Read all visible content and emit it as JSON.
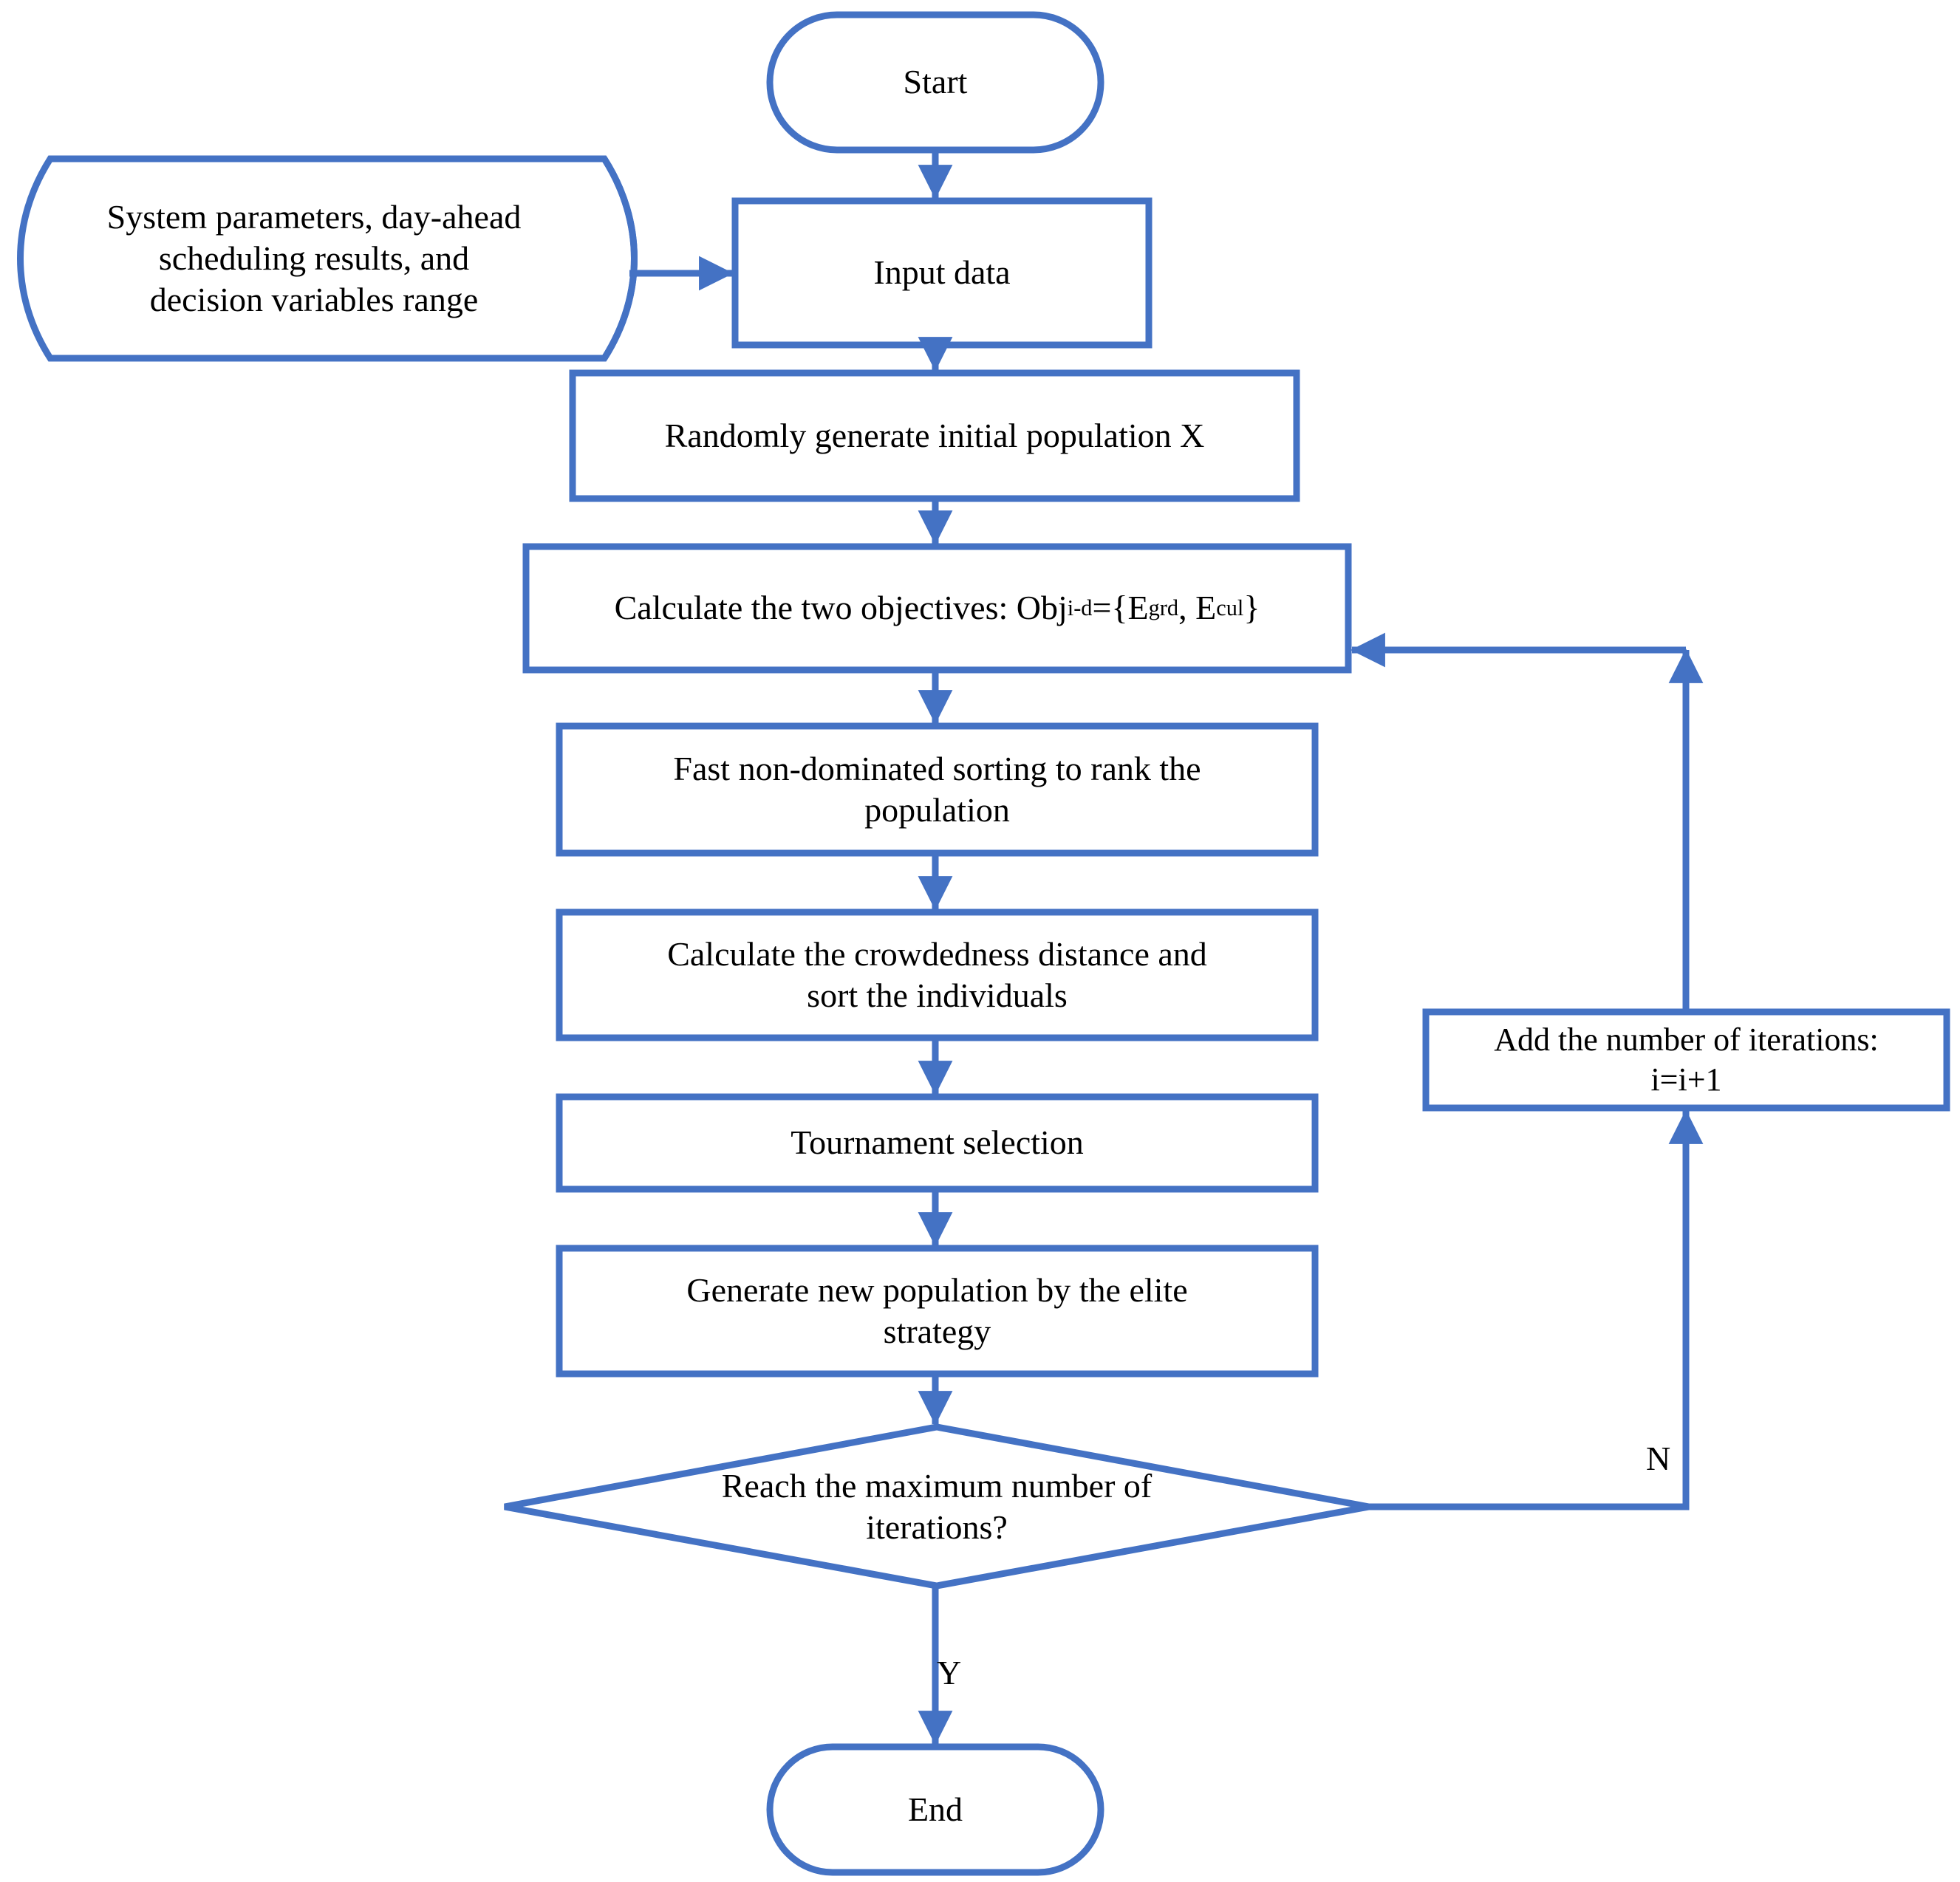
{
  "diagram": {
    "title": "NSGA-II intra-day multi-objective optimization flowchart",
    "type": "flowchart",
    "stroke_color": "#4472C4",
    "text_color": "#000000",
    "background": "#FFFFFF",
    "nodes": {
      "start": {
        "label": "Start",
        "shape": "terminator"
      },
      "data_source": {
        "label": "System parameters, day-ahead\nscheduling results, and\ndecision variables range",
        "shape": "cylinder"
      },
      "input_data": {
        "label": "Input data",
        "shape": "process"
      },
      "init_population": {
        "label": "Randomly generate initial population X",
        "shape": "process"
      },
      "objectives": {
        "shape": "process",
        "prefix": "Calculate the two objectives: Obj",
        "sub1": "i-d",
        "mid": "={E",
        "sub2": "grd",
        "mid2": ", E",
        "sub3": "cul",
        "suffix": "}",
        "label_plain": "Calculate the two objectives: Obj(i-d)={E(grd), E(cul)}"
      },
      "sorting": {
        "label": "Fast non-dominated sorting to rank the\npopulation",
        "shape": "process"
      },
      "crowdedness": {
        "label": "Calculate the crowdedness distance and\nsort the individuals",
        "shape": "process"
      },
      "tournament": {
        "label": "Tournament selection",
        "shape": "process"
      },
      "elite": {
        "label": "Generate new population by the elite\nstrategy",
        "shape": "process"
      },
      "decision": {
        "label": "Reach the maximum number of\niterations?",
        "shape": "decision"
      },
      "increment": {
        "label": "Add the number of iterations:\ni=i+1",
        "shape": "process"
      },
      "end": {
        "label": "End",
        "shape": "terminator"
      }
    },
    "edge_labels": {
      "yes": "Y",
      "no": "N"
    }
  }
}
